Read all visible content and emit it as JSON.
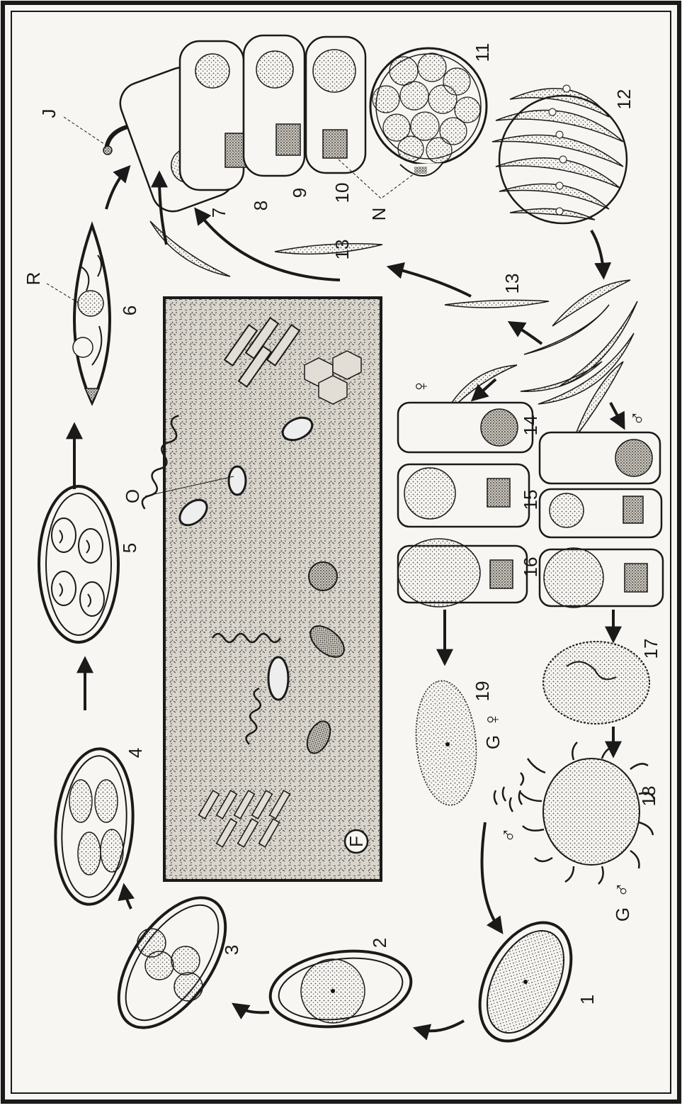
{
  "figure": {
    "labels": {
      "stage_1": "1",
      "stage_2": "2",
      "stage_3": "3",
      "stage_4": "4",
      "stage_5": "5",
      "stage_6": "6",
      "stage_7": "7",
      "stage_8": "8",
      "stage_9": "9",
      "stage_10": "10",
      "stage_11": "11",
      "stage_12": "12",
      "stage_13a": "13",
      "stage_13b": "13",
      "stage_14": "14",
      "stage_15": "15",
      "stage_16": "16",
      "stage_17": "17",
      "stage_18": "18",
      "stage_19": "19",
      "letter_J": "J",
      "letter_R": "R",
      "letter_N": "N",
      "letter_O": "O",
      "letter_F": "F",
      "male_gamete_label": "G",
      "female_gamete_label": "G",
      "female_symbol": "♀",
      "male_symbol": "♂"
    },
    "colors": {
      "ink": "#1a1a1a",
      "paper": "#f7f6f2",
      "stipple": "#4a4a4a"
    }
  }
}
